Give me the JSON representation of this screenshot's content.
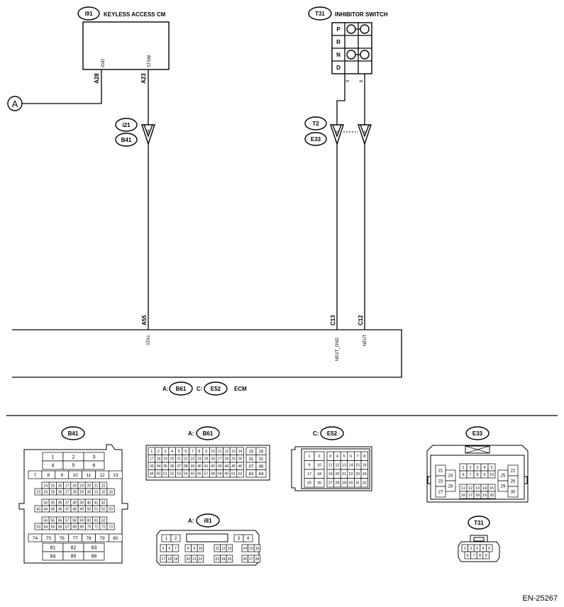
{
  "keyless": {
    "connector": "i91",
    "title": "KEYLESS ACCESS CM",
    "pin1_no": "A28",
    "pin1_sig": "IGID",
    "pin2_no": "A23",
    "pin2_sig": "STSW"
  },
  "ref_a": "A",
  "inhibitor": {
    "connector": "T31",
    "title": "INHIBITOR SWITCH",
    "positions": [
      "P",
      "R",
      "N",
      "D"
    ],
    "pin1": "9",
    "pin2": "6"
  },
  "joint_left": {
    "top": "i21",
    "bottom": "B41",
    "pin": "34"
  },
  "joint_right": {
    "top": "T2",
    "bottom": "E33",
    "pin1": "8",
    "pin2": "6"
  },
  "ecm": {
    "pins": [
      {
        "no": "A55",
        "sig": "STA1"
      },
      {
        "no": "C13",
        "sig": "NEUT_GND"
      },
      {
        "no": "C12",
        "sig": "NEUT"
      }
    ],
    "label_a": "A:",
    "conn_a": "B61",
    "label_c": "C:",
    "conn_c": "E52",
    "name": "ECM"
  },
  "connectors": {
    "b41": {
      "title": "B41",
      "rows": [
        [
          "1",
          "2",
          "3"
        ],
        [
          "4",
          "5",
          "6"
        ],
        [
          "7",
          "8",
          "9",
          "10",
          "11",
          "12",
          "13"
        ],
        [
          "14",
          "15",
          "16",
          "17",
          "18",
          "19",
          "20",
          "21",
          "22"
        ],
        [
          "23",
          "24",
          "25",
          "26",
          "27",
          "28",
          "29",
          "30",
          "31",
          "32",
          "33"
        ],
        [
          "34",
          "35",
          "36",
          "37",
          "38",
          "39",
          "40",
          "41",
          "42"
        ],
        [
          "43",
          "44",
          "45",
          "46",
          "47",
          "48",
          "49",
          "50",
          "51",
          "52",
          "53"
        ],
        [
          "54",
          "55",
          "56",
          "57",
          "58",
          "59",
          "60",
          "61",
          "62"
        ],
        [
          "63",
          "64",
          "65",
          "66",
          "67",
          "68",
          "69",
          "70",
          "71",
          "72",
          "73"
        ],
        [
          "74",
          "75",
          "76",
          "77",
          "78",
          "79",
          "80"
        ],
        [
          "81",
          "82",
          "83"
        ],
        [
          "84",
          "85",
          "86"
        ]
      ]
    },
    "b61": {
      "prefix": "A:",
      "title": "B61",
      "main": [
        [
          "1",
          "2",
          "3",
          "4",
          "5",
          "6",
          "7",
          "8",
          "9",
          "10",
          "11",
          "12",
          "13",
          "14"
        ],
        [
          "17",
          "18",
          "19",
          "20",
          "21",
          "22",
          "23",
          "24",
          "25",
          "26",
          "27",
          "28",
          "29",
          "30"
        ],
        [
          "33",
          "34",
          "35",
          "36",
          "37",
          "38",
          "39",
          "40",
          "41",
          "42",
          "43",
          "44",
          "45",
          "46"
        ],
        [
          "49",
          "50",
          "51",
          "52",
          "53",
          "54",
          "55",
          "56",
          "57",
          "58",
          "59",
          "60",
          "61",
          "62"
        ]
      ],
      "side": [
        [
          "15",
          "16"
        ],
        [
          "31",
          "32"
        ],
        [
          "47",
          "48"
        ],
        [
          "63",
          "64"
        ]
      ]
    },
    "e52": {
      "prefix": "C:",
      "title": "E52",
      "rows": [
        [
          "1",
          "2",
          "3",
          "4",
          "5",
          "6",
          "7",
          "8"
        ],
        [
          "9",
          "10",
          "11",
          "12",
          "13",
          "14",
          "15",
          "16"
        ],
        [
          "17",
          "18",
          "19",
          "20",
          "21",
          "22",
          "23",
          "24"
        ],
        [
          "25",
          "26",
          "27",
          "28",
          "29",
          "30",
          "31",
          "32"
        ]
      ]
    },
    "e33": {
      "title": "E33",
      "left": [
        [
          "21",
          "23",
          "27"
        ],
        [
          "24",
          "28"
        ]
      ],
      "mid_top": [
        [
          "1",
          "2",
          "3",
          "4",
          "5"
        ],
        [
          "6",
          "7",
          "8",
          "9",
          "10"
        ]
      ],
      "mid_bot": [
        [
          "11",
          "12",
          "13",
          "14",
          "15"
        ],
        [
          "16",
          "17",
          "18",
          "19",
          "20"
        ]
      ],
      "right": [
        [
          "25",
          "29"
        ],
        [
          "22",
          "26",
          "30"
        ]
      ]
    },
    "i91": {
      "prefix": "A:",
      "title": "i91",
      "top": [
        "1",
        "2",
        "3",
        "4"
      ],
      "row2": [
        [
          "5",
          "6",
          "7"
        ],
        [
          "8",
          "9",
          "10"
        ],
        [
          "11",
          "12",
          "13"
        ],
        [
          "14",
          "15",
          "16"
        ]
      ],
      "row3": [
        [
          "17",
          "18",
          "19"
        ],
        [
          "20",
          "21",
          "22"
        ],
        [
          "23",
          "24",
          "25"
        ],
        [
          "26",
          "27",
          "28"
        ]
      ]
    },
    "t31": {
      "title": "T31",
      "rows": [
        [
          "1",
          "2",
          "3",
          "4",
          "5"
        ],
        [
          "6",
          "7",
          "8",
          "9"
        ]
      ]
    }
  },
  "doc_id": "EN-25267"
}
